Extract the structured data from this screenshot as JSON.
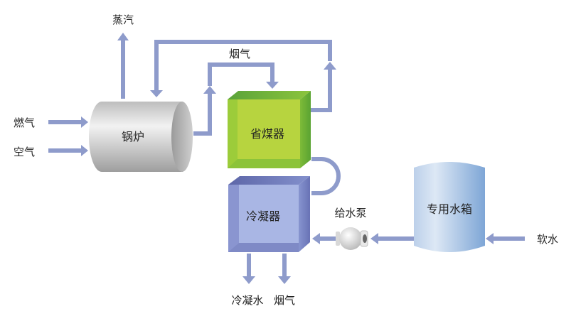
{
  "diagram": {
    "title": "",
    "colors": {
      "pipe": "#8e9bcb",
      "boiler_light": "#e6e6e6",
      "boiler_dark": "#a8a8a8",
      "economizer": "#9ccc3a",
      "economizer_face": "#b5d33f",
      "condenser": "#8a95d0",
      "condenser_face": "#a5b4e2",
      "tank": "#8fb3dd",
      "pump": "#dcdcdc"
    },
    "nodes": {
      "boiler": {
        "label": "锅炉"
      },
      "economizer": {
        "label": "省煤器"
      },
      "condenser": {
        "label": "冷凝器"
      },
      "feed_pump": {
        "label": "给水泵"
      },
      "water_tank": {
        "label": "专用水箱"
      }
    },
    "flows": {
      "steam_out": {
        "label": "蒸汽"
      },
      "gas_in": {
        "label": "燃气"
      },
      "air_in": {
        "label": "空气"
      },
      "flue_gas_top": {
        "label": "烟气"
      },
      "soft_water_in": {
        "label": "软水"
      },
      "condensate_out": {
        "label": "冷凝水"
      },
      "flue_gas_out": {
        "label": "烟气"
      }
    }
  }
}
